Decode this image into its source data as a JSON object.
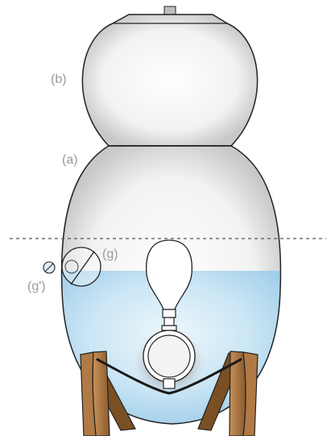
{
  "labels": {
    "upper_vessel": "(b)",
    "lower_vessel": "(a)",
    "bubble": "(g)",
    "small_bubble": "(g')"
  },
  "colors": {
    "background": "#ffffff",
    "vessel_stroke": "#222222",
    "vessel_fill_light": "#ffffff",
    "vessel_fill_shade": "#cfcfcf",
    "water": "#a9d3ec",
    "water_light": "#e6f3fa",
    "stand_wood": "#b07a45",
    "stand_wood_dark": "#7a4f24",
    "wire": "#1a1a1a",
    "label_text": "#9a9a9a",
    "dashed_line": "#555555"
  }
}
